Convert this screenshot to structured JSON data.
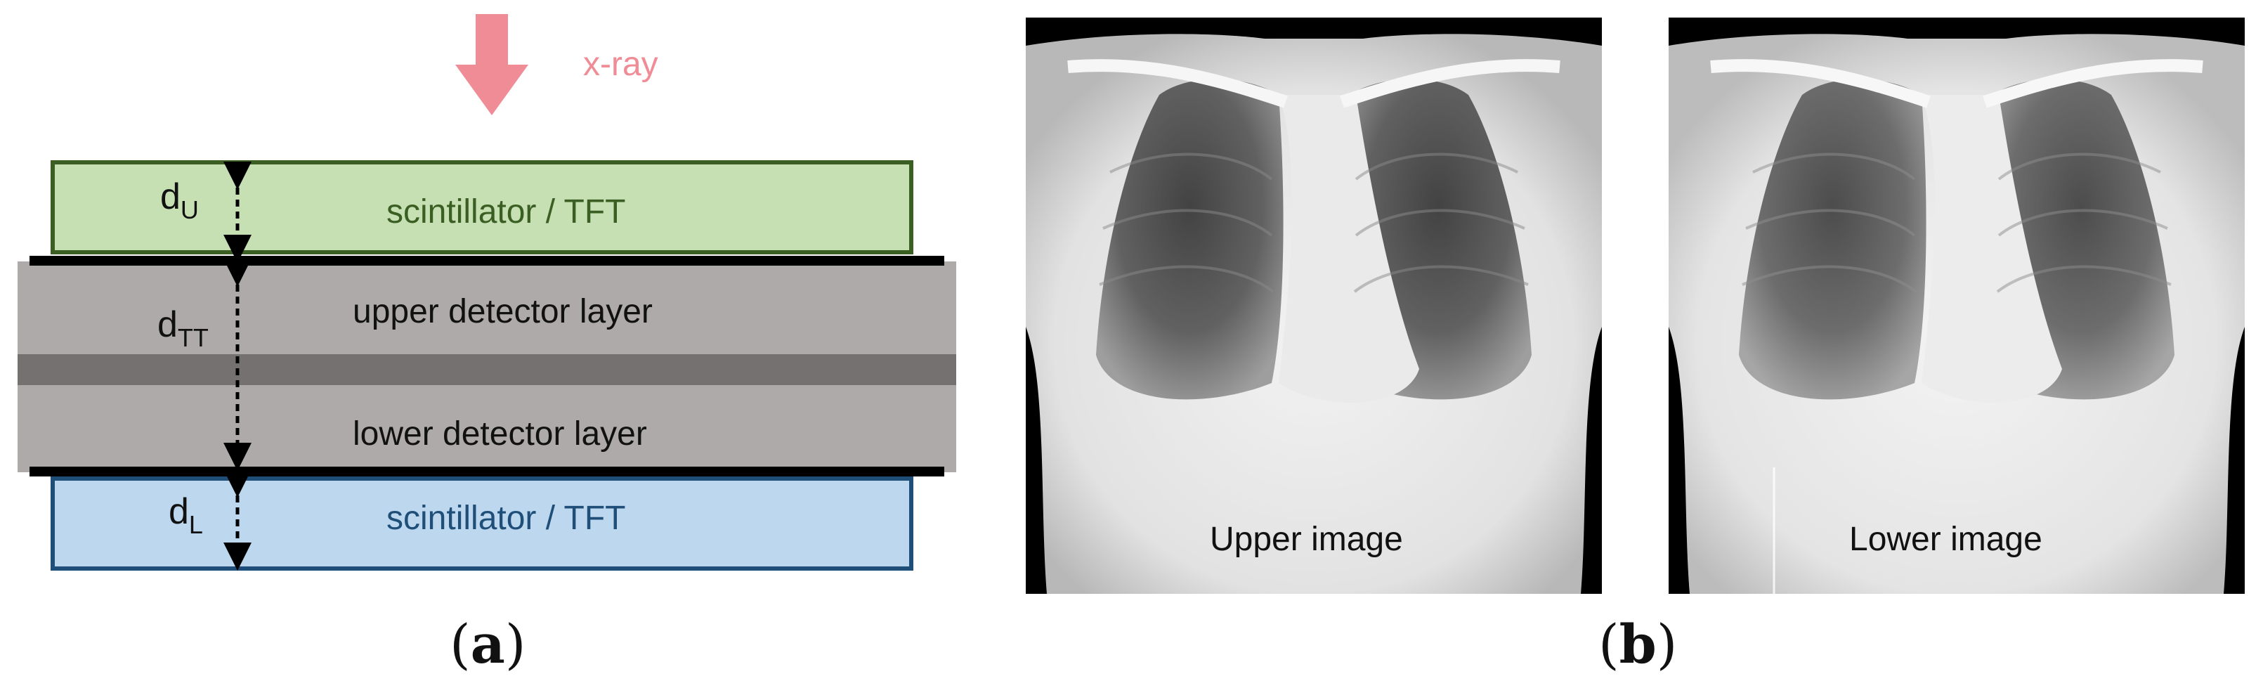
{
  "panel_a": {
    "xray_label": "x-ray",
    "upper_scintillator_label": "scintillator  / TFT",
    "upper_detector_label": "upper  detector  layer",
    "lower_detector_label": "lower  detector  layer",
    "lower_scintillator_label": "scintillator  / TFT",
    "dim_upper": {
      "base": "d",
      "sub": "U"
    },
    "dim_total": {
      "base": "d",
      "sub": "TT"
    },
    "dim_lower": {
      "base": "d",
      "sub": "L"
    },
    "panel_letter": "a"
  },
  "panel_b": {
    "upper_image_caption": "Upper image",
    "lower_image_caption": "Lower image",
    "panel_letter": "b"
  },
  "colors": {
    "xray_arrow": "#f08c96",
    "upper_scint_fill": "#c6e0b4",
    "upper_scint_border": "#3b5e22",
    "upper_scint_text": "#3b5e22",
    "detector_fill": "#aeaaaa",
    "detector_mid": "#767171",
    "lower_scint_fill": "#bdd7ee",
    "lower_scint_border": "#1f4e79",
    "lower_scint_text": "#1f4e79"
  }
}
